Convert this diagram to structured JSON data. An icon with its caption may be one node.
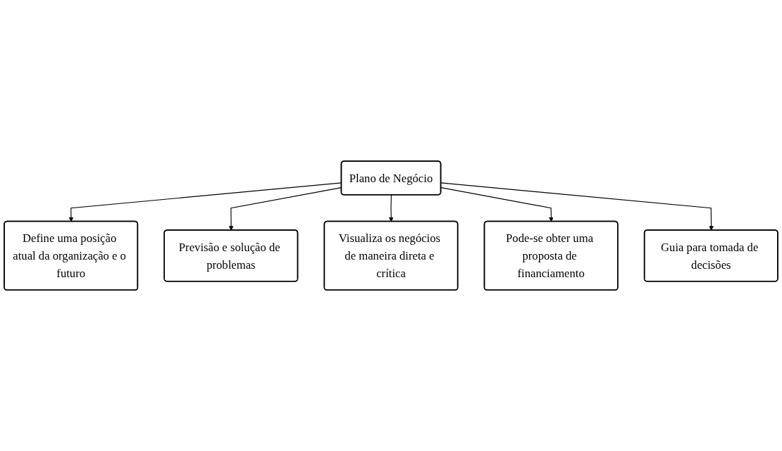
{
  "diagram": {
    "nodes": [
      {
        "text": [
          "Define uma posição atual da organização e o futuro"
        ]
      },
      {
        "text": [
          "Previsão e solução de problemas"
        ]
      },
      {
        "text": [
          "Visualiza os negócios de maneira direta e crítica"
        ]
      },
      {
        "text": [
          "Plano de Negócio"
        ]
      },
      {
        "text": [
          "Pode-se obter uma proposta de financiamento"
        ]
      },
      {
        "text": [
          "Guia para tomada de decisões"
        ]
      }
    ],
    "edges": [
      {
        "from": 3,
        "to": 0,
        "arrow": "to"
      },
      {
        "from": 3,
        "to": 1,
        "arrow": "to"
      },
      {
        "from": 3,
        "to": 2,
        "arrow": "to"
      },
      {
        "from": 3,
        "to": 4,
        "arrow": "to"
      },
      {
        "from": 3,
        "to": 5,
        "arrow": "to"
      }
    ]
  }
}
